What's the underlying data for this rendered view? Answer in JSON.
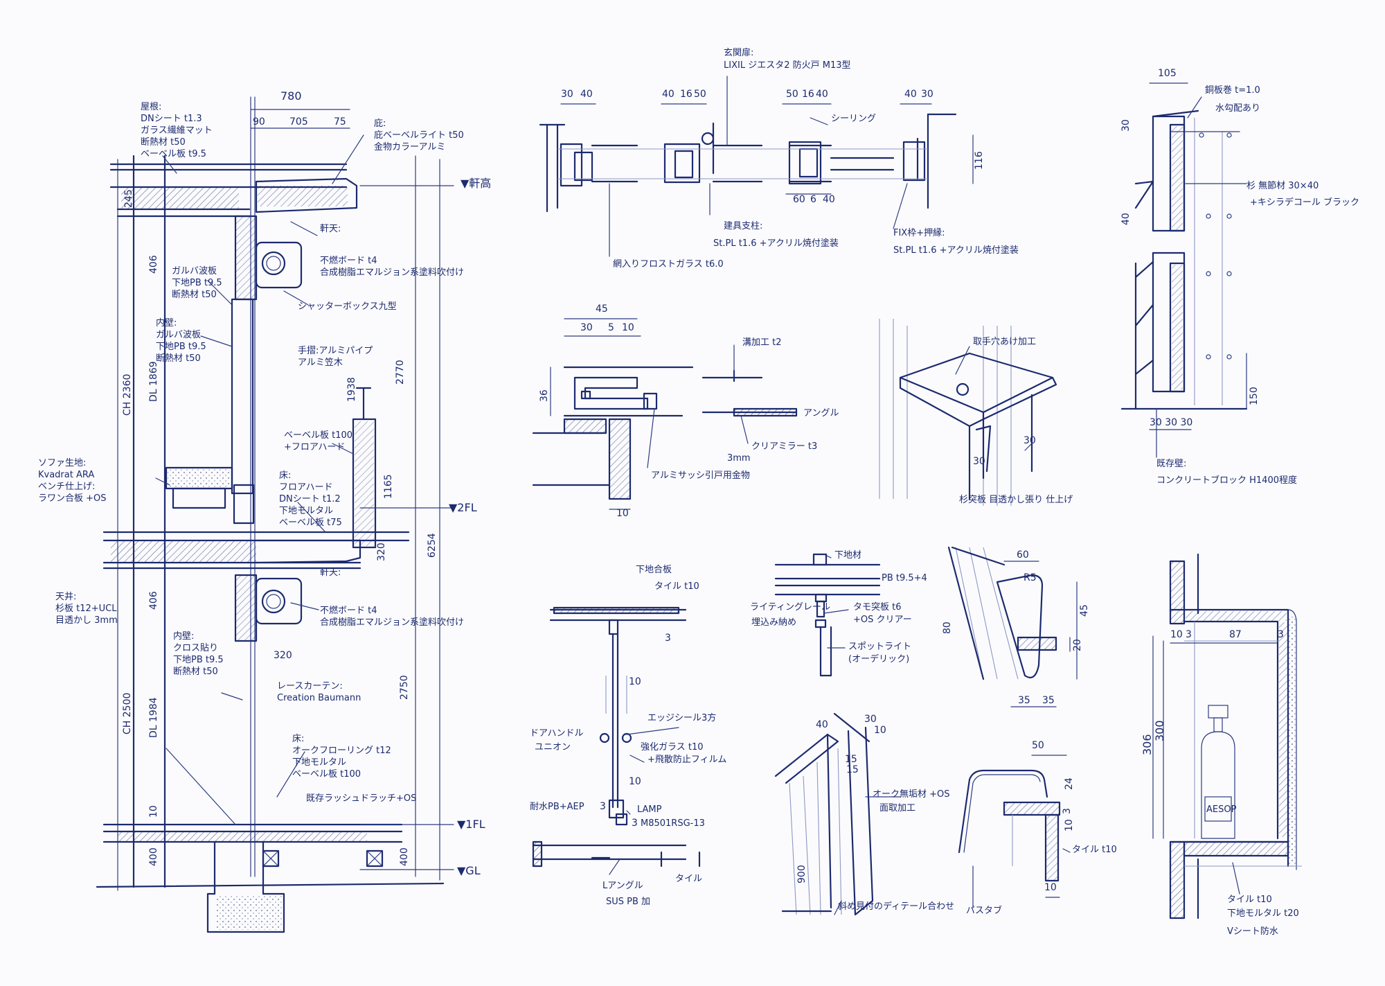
{
  "section": {
    "roof_note": [
      "屋根:",
      "DNシート t1.3",
      "ガラス繊維マット",
      "断熱材 t50",
      "ベーベル板 t9.5"
    ],
    "eave_note": [
      "庇:",
      "庇ベーベルライト t50",
      "金物カラーアルミ"
    ],
    "eave_ceiling_note": [
      "軒天:",
      "不燃ボード t4",
      "合成樹脂エマルジョン系塗料吹付け"
    ],
    "shutter_note": "シャッターボックス九型",
    "outer_wall_note": [
      "ガルバ波板",
      "下地PB t9.5",
      "断熱材 t50"
    ],
    "inner_wall_note": [
      "内壁:",
      "ガルバ波板",
      "下地PB t9.5",
      "断熱材 t50"
    ],
    "handrail_note": [
      "手摺:アルミパイプ",
      "アルミ笠木"
    ],
    "parapet_note": [
      "ベーベル板 t100",
      "+フロアハード"
    ],
    "floor2_note": [
      "床:",
      "フロアハード",
      "DNシート t1.2",
      "下地モルタル",
      "ベーベル板 t75"
    ],
    "sofa_note": [
      "ソファ生地:",
      "Kvadrat ARA",
      "ベンチ仕上げ:",
      "ラワン合板 +OS"
    ],
    "ceiling_note": [
      "天井:",
      "杉板 t12+UCL",
      "目透かし 3mm"
    ],
    "inner_wall2_note": [
      "内壁:",
      "クロス貼り",
      "下地PB t9.5",
      "断熱材 t50"
    ],
    "curtain_note": [
      "レースカーテン:",
      "Creation Baumann"
    ],
    "floor1_note": [
      "床:",
      "オークフローリング t12",
      "下地モルタル",
      "ベーベル板 t100"
    ],
    "sill_note": "既存ラッシュドラッチ+OS",
    "dims": {
      "top": "780",
      "top_a": "90",
      "top_b": "705",
      "top_c": "75",
      "h_2770": "2770",
      "h_1165": "1165",
      "h_6254": "6254",
      "h_2750": "2750",
      "ch2360": "CH 2360",
      "ch2500": "CH 2500",
      "dl1869": "DL 1869",
      "dl1984": "DL 1984",
      "d406a": "406",
      "d406b": "406",
      "d245": "245",
      "d320": "320",
      "d320b": "320",
      "d10": "10",
      "d400": "400",
      "d400b": "400",
      "d1938": "1938"
    },
    "levels": [
      "▼軒高",
      "▼2FL",
      "▼1FL",
      "▼GL"
    ]
  },
  "door_plan": {
    "title": [
      "玄関扉:",
      "LIXIL ジエスタ2 防火戸 M13型"
    ],
    "dims_top": [
      "30",
      "40",
      "40",
      "16",
      "50",
      "50",
      "16",
      "40",
      "40",
      "30"
    ],
    "dim_v": "116",
    "dims_mid": [
      "60",
      "6",
      "40"
    ],
    "sealing": "シーリング",
    "mullion_note": [
      "建具支柱:",
      "St.PL t1.6 +アクリル焼付塗装"
    ],
    "fix_note": [
      "FIX枠+押縁:",
      "St.PL t1.6 +アクリル焼付塗装"
    ],
    "glass_note": "網入りフロストガラス t6.0"
  },
  "window_detail": {
    "dims": [
      "45",
      "30",
      "5",
      "10",
      "36",
      "10"
    ],
    "note_a": "溝加工 t2",
    "note_b": "アングル",
    "note_c": "アルミサッシ引戸用金物",
    "note_d": "クリアミラー t3",
    "note_e": "3mm"
  },
  "shelf_iso": {
    "note_top": "取手穴あけ加工",
    "note_bottom": "杉突板 目透かし張り 仕上げ",
    "dims": [
      "30",
      "30"
    ]
  },
  "fence": {
    "dim_top": "105",
    "note_a": [
      "銅板巻 t=1.0",
      "水勾配あり"
    ],
    "note_b": [
      "杉 無節材 30×40",
      "+キシラデコール ブラック"
    ],
    "dims": [
      "30",
      "40",
      "150"
    ],
    "dims_bottom": "30 30 30",
    "note_c": [
      "既存壁:",
      "コンクリートブロック H1400程度"
    ]
  },
  "glass_door": {
    "notes": [
      "下地合板",
      "タイル t10",
      "エッジシール3方",
      "ドアハンドル",
      "ユニオン",
      "強化ガラス t10",
      "+飛散防止フィルム",
      "耐水PB+AEP",
      "LAMP",
      "M8501RSG-13",
      "Lアングル",
      "SUS PB 加",
      "タイル"
    ],
    "dims": [
      "3",
      "10",
      "10",
      "3",
      "3"
    ]
  },
  "light": {
    "notes": [
      "下地材",
      "PB t9.5+4",
      "ライティングレール",
      "埋込み納め",
      "タモ突板 t6",
      "+OS クリアー",
      "スポットライト",
      "(オーデリック)"
    ]
  },
  "hook": {
    "dims": [
      "60",
      "R5",
      "80",
      "45",
      "20",
      "35",
      "35"
    ]
  },
  "corner": {
    "dims": [
      "40",
      "30",
      "10",
      "15",
      "15",
      "900"
    ],
    "notes": [
      "オーク無垢材 +OS",
      "面取加工",
      "斜め見付のディテール合わせ"
    ]
  },
  "bath": {
    "dims": [
      "50",
      "24",
      "3",
      "10",
      "10"
    ],
    "notes": [
      "タイル t10",
      "バスタブ"
    ]
  },
  "niche": {
    "dims": [
      "10",
      "3",
      "87",
      "3",
      "306",
      "300"
    ],
    "bottle": "AESOP",
    "notes": [
      "タイル t10",
      "下地モルタル t20",
      "Vシート防水"
    ]
  }
}
